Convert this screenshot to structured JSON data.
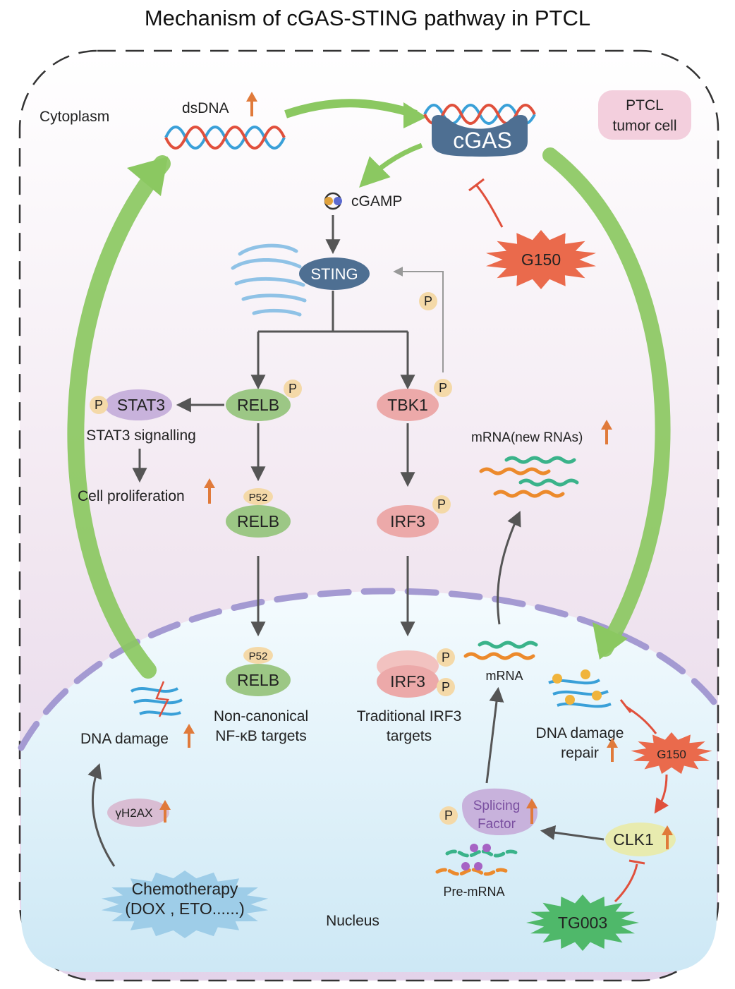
{
  "title": "Mechanism of cGAS-STING pathway in PTCL",
  "compartments": {
    "cytoplasm": "Cytoplasm",
    "nucleus": "Nucleus",
    "cell": "PTCL tumor cell"
  },
  "nodes": {
    "dsdna": "dsDNA",
    "cgas": "cGAS",
    "cgamp": "cGAMP",
    "sting": "STING",
    "g150_top": "G150",
    "g150_bottom": "G150",
    "phospho": "P",
    "stat3": "STAT3",
    "stat3_signalling": "STAT3 signalling",
    "cell_proliferation": "Cell proliferation",
    "relb_top": "RELB",
    "p52": "P52",
    "relb_mid": "RELB",
    "relb_nuc": "RELB",
    "tbk1": "TBK1",
    "irf3_mid": "IRF3",
    "irf3_nuc": "IRF3",
    "mrna_new": "mRNA(new RNAs)",
    "mrna": "mRNA",
    "noncanonical_line1": "Non-canonical",
    "noncanonical_line2": "NF-κB targets",
    "irf3_targets_line1": "Traditional IRF3",
    "irf3_targets_line2": "targets",
    "dna_damage": "DNA damage",
    "dna_repair_line1": "DNA damage",
    "dna_repair_line2": "repair",
    "gh2ax": "γH2AX",
    "chemo_line1": "Chemotherapy",
    "chemo_line2": "(DOX , ETO......)",
    "splicing_line1": "Splicing",
    "splicing_line2": "Factor",
    "pre_mrna": "Pre-mRNA",
    "clk1": "CLK1",
    "tg003": "TG003"
  },
  "colors": {
    "up_arrow": "#e07a3a",
    "inhibitor": "#e0503c",
    "pathway_arrow": "#8bc861",
    "nucleus_fill": "#d4ecf7",
    "membrane": "#a49ad2"
  }
}
